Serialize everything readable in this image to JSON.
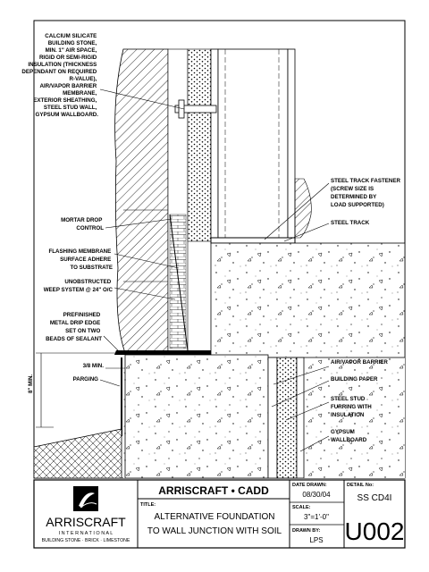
{
  "labels": {
    "wall_assembly": [
      "CALCIUM SILICATE",
      "BUILDING STONE,",
      "MIN. 1\" AIR SPACE,",
      "RIGID OR SEMI-RIGID",
      "INSULATION (THICKNESS",
      "DEPENDANT ON REQUIRED",
      "R-VALUE),",
      "AIR/VAPOR BARRIER",
      "MEMBRANE,",
      "EXTERIOR SHEATHING,",
      "STEEL STUD WALL,",
      "GYPSUM WALLBOARD."
    ],
    "mortar_drop": [
      "MORTAR DROP",
      "CONTROL"
    ],
    "flashing": [
      "FLASHING MEMBRANE",
      "SURFACE ADHERE",
      "TO SUBSTRATE"
    ],
    "weep": [
      "UNOBSTRUCTED",
      "WEEP SYSTEM @ 24\" O/C"
    ],
    "drip_edge": [
      "PREFINISHED",
      "METAL DRIP EDGE",
      "SET ON TWO",
      "BEADS OF SEALANT"
    ],
    "min_dim": "3/8 MIN.",
    "parging": "PARGING",
    "vertical_dim": "8\" MIN.",
    "track_fastener": [
      "STEEL TRACK FASTENER",
      "(SCREW SIZE IS",
      "DETERMINED BY",
      "LOAD SUPPORTED)"
    ],
    "steel_track": "STEEL TRACK",
    "air_vapor": "AIR/VAPOR BARRIER",
    "building_paper": "BUILDING PAPER",
    "furring": [
      "STEEL STUD",
      "FURRING WITH",
      "INSULATION"
    ],
    "gypsum": [
      "GYPSUM",
      "WALLBOARD"
    ]
  },
  "title_block": {
    "company": "ARRISCRAFT • CADD",
    "logo_name": "ARRISCRAFT",
    "logo_sub": "I N T E R N A T I O N A L",
    "logo_tag": "BUILDING STONE · BRICK · LIMESTONE",
    "title_label": "TITLE:",
    "title_lines": [
      "ALTERNATIVE FOUNDATION",
      "TO WALL JUNCTION WITH SOIL"
    ],
    "date_label": "DATE DRAWN:",
    "date": "08/30/04",
    "scale_label": "SCALE:",
    "scale": "3\"=1'-0\"",
    "drawn_label": "DRAWN BY:",
    "drawn": "LPS",
    "detail_label": "DETAIL No:",
    "detail": "SS CD4I",
    "sheet": "U002"
  }
}
